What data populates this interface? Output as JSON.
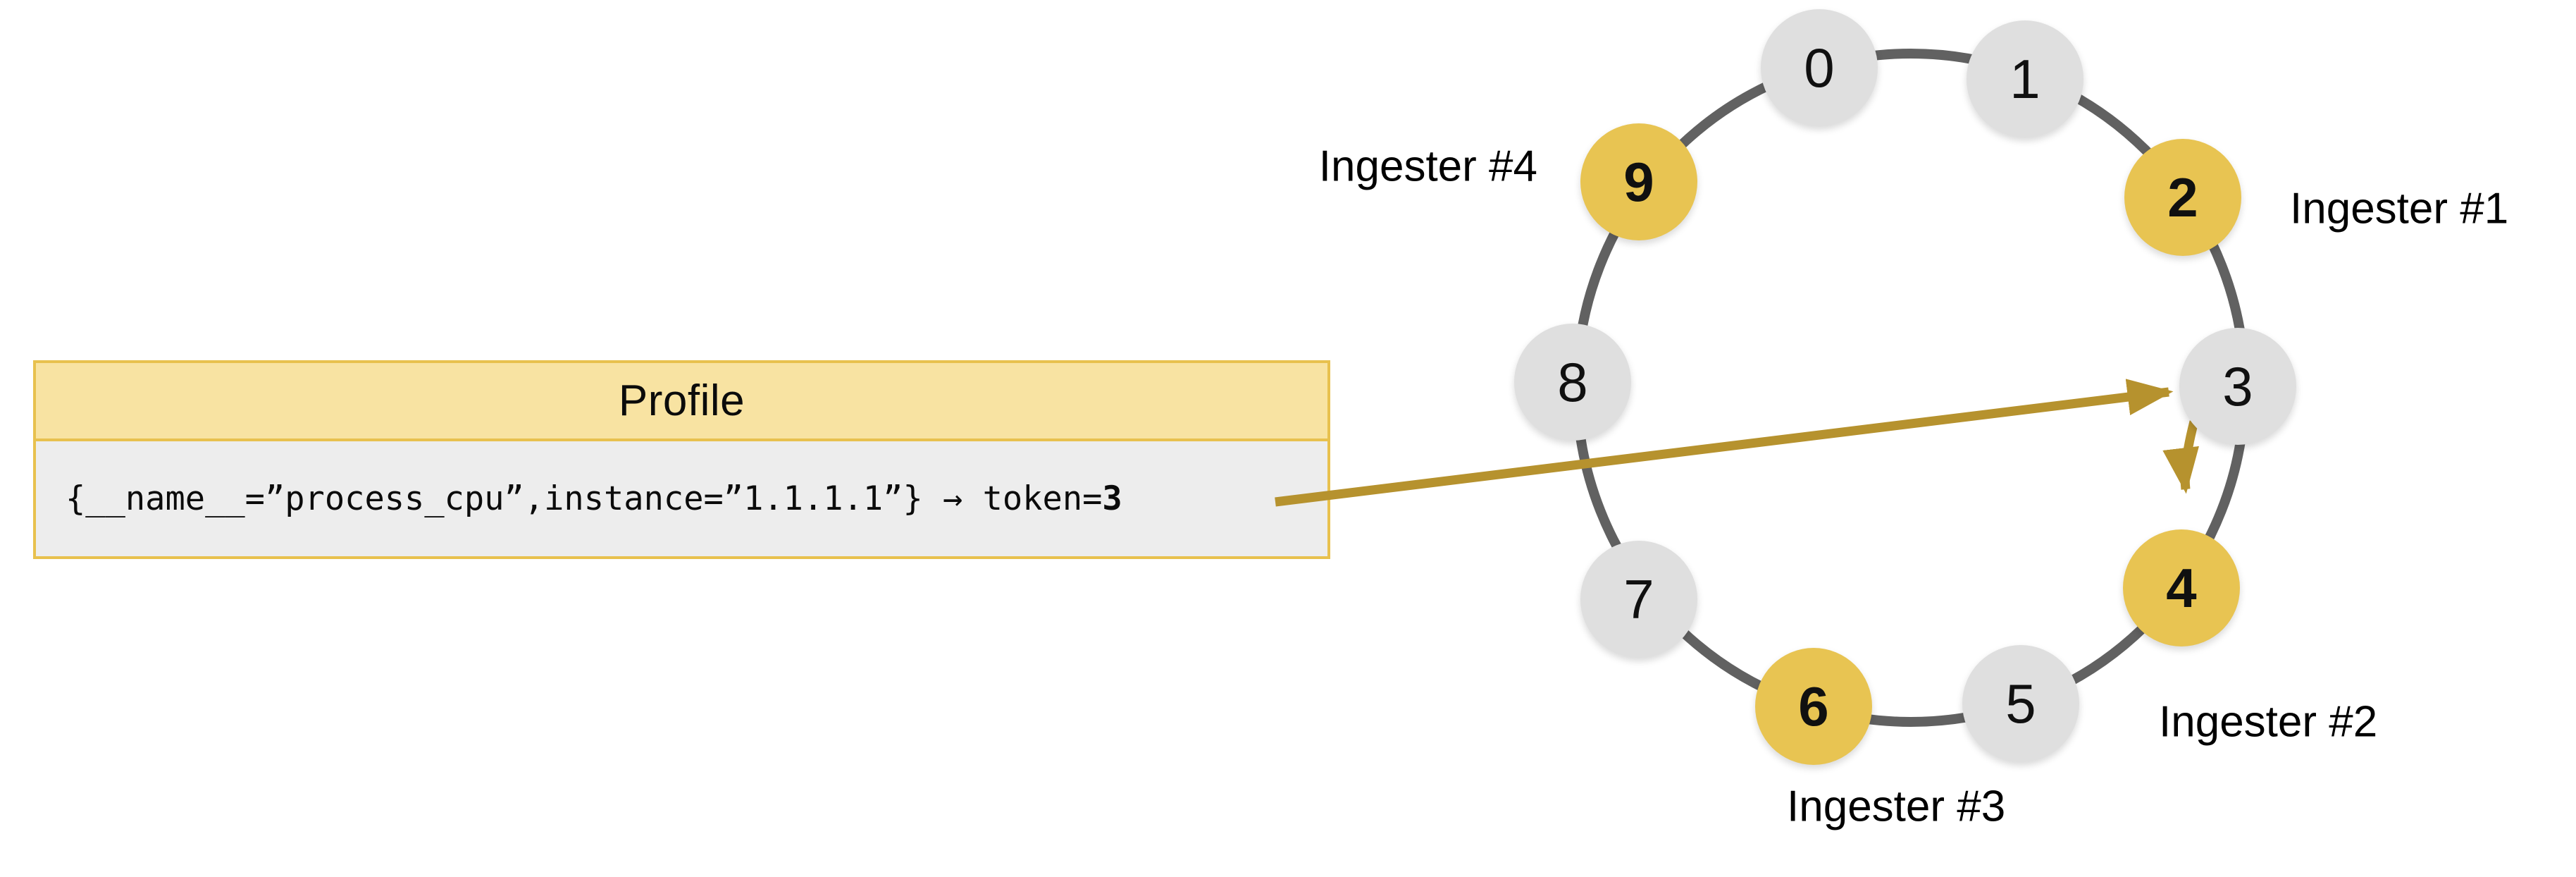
{
  "diagram": {
    "profile_box": {
      "title": "Profile",
      "code_text": "{__name__=”process_cpu”,instance=”1.1.1.1”} → token=",
      "code_token_value": "3"
    },
    "ring": {
      "tokens": [
        {
          "label": "0",
          "highlighted": false
        },
        {
          "label": "1",
          "highlighted": false
        },
        {
          "label": "2",
          "highlighted": true
        },
        {
          "label": "3",
          "highlighted": false
        },
        {
          "label": "4",
          "highlighted": true
        },
        {
          "label": "5",
          "highlighted": false
        },
        {
          "label": "6",
          "highlighted": true
        },
        {
          "label": "7",
          "highlighted": false
        },
        {
          "label": "8",
          "highlighted": false
        },
        {
          "label": "9",
          "highlighted": true
        }
      ],
      "ingester_labels": [
        {
          "label": "Ingester #1",
          "token": "2"
        },
        {
          "label": "Ingester #2",
          "token": "4"
        },
        {
          "label": "Ingester #3",
          "token": "6"
        },
        {
          "label": "Ingester #4",
          "token": "9"
        }
      ]
    },
    "colors": {
      "highlight_fill": "#E8C452",
      "token_fill": "#DFDFDF",
      "ring_stroke": "#616161",
      "arrow": "#B6922E",
      "box_border": "#E8C14E",
      "box_header_fill": "#F8E3A2",
      "box_body_fill": "#EDEDED"
    }
  }
}
